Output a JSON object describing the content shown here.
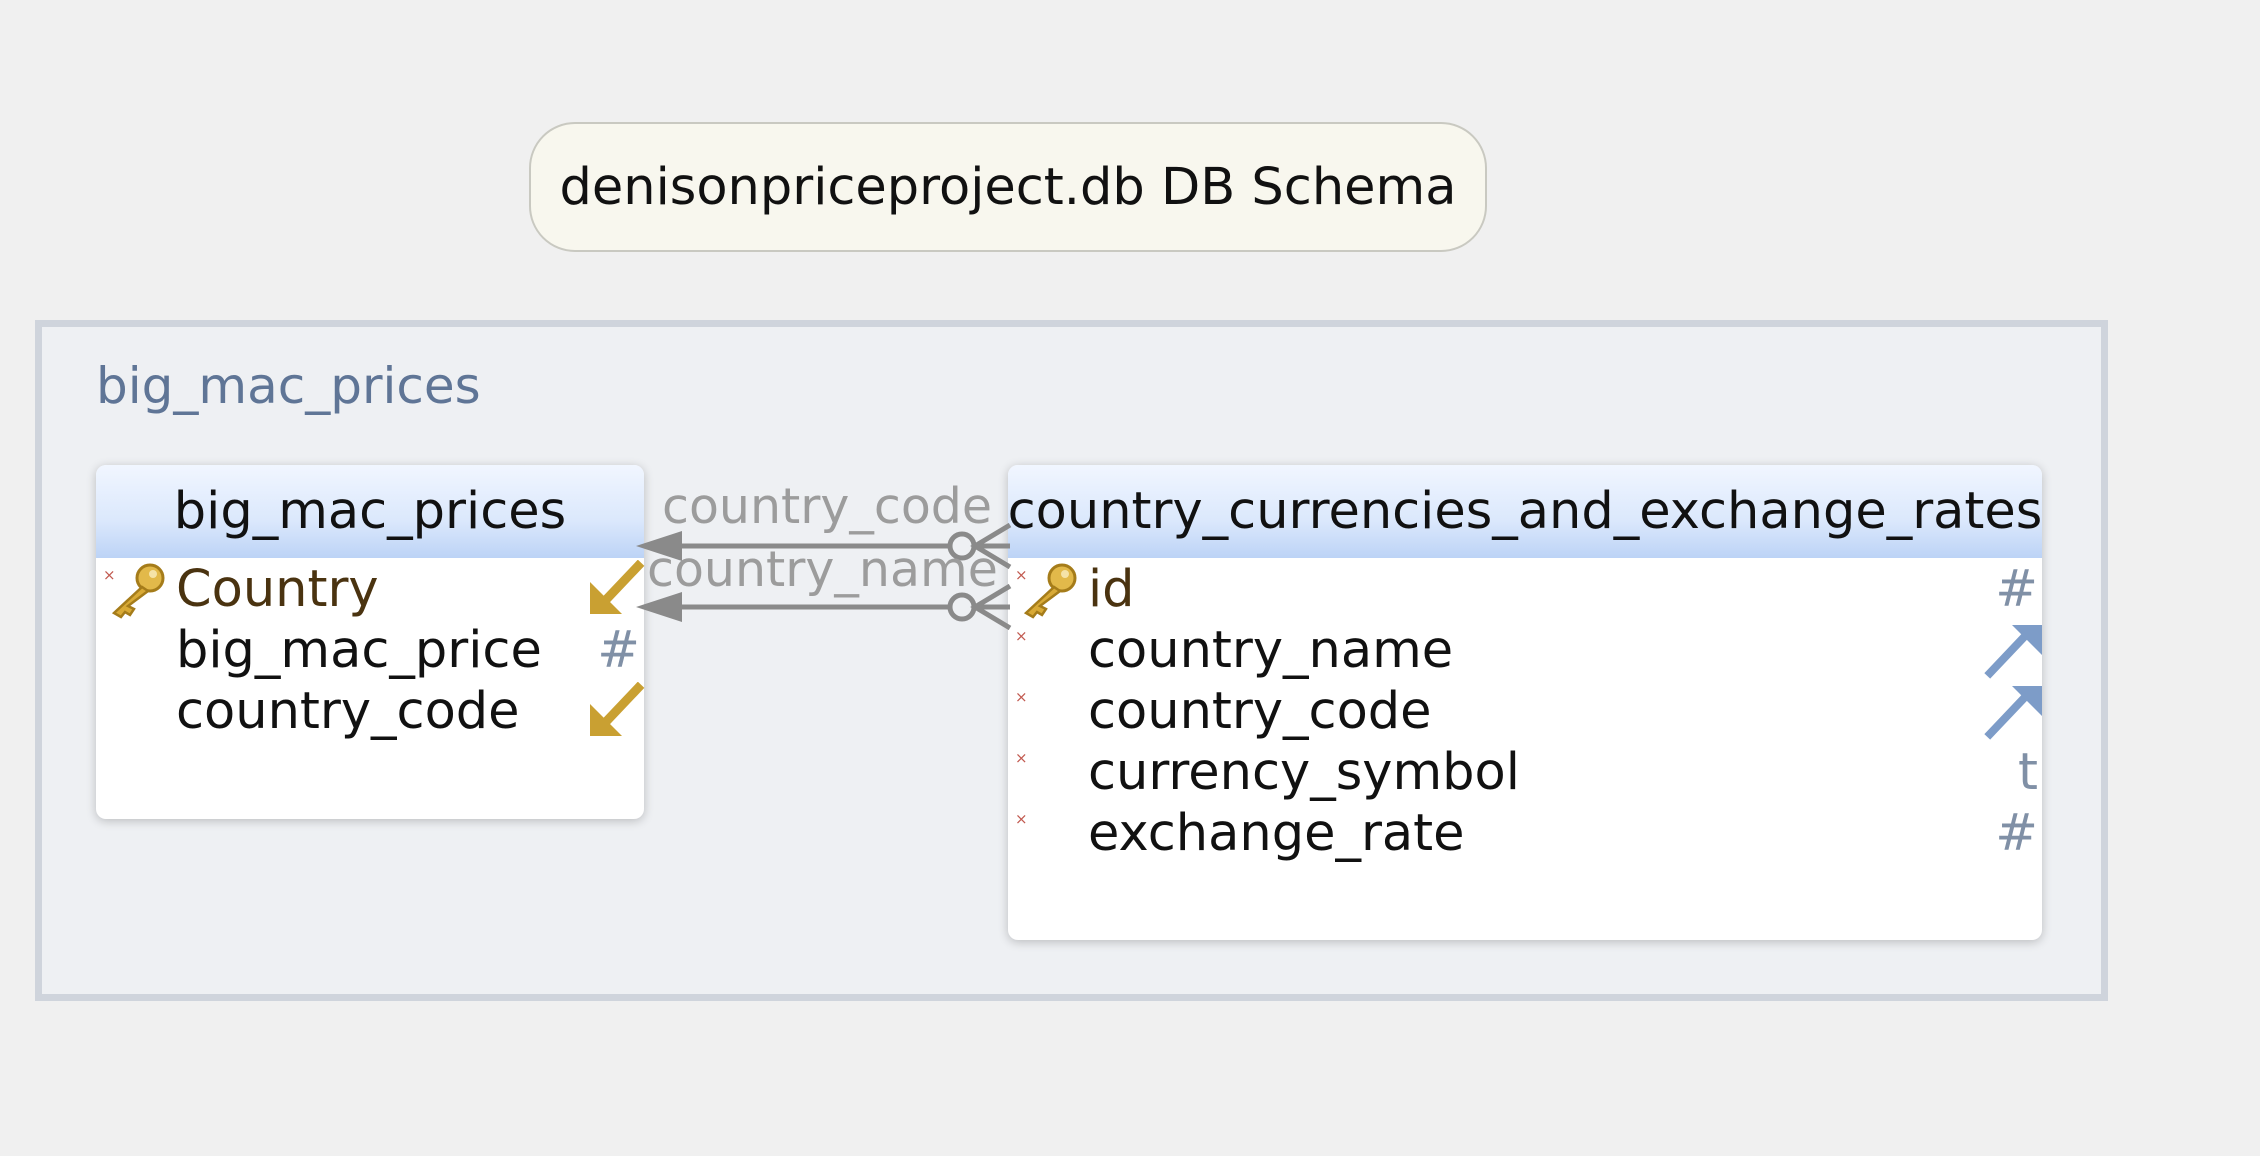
{
  "title": "denisonpriceproject.db DB Schema",
  "group": {
    "label": "big_mac_prices"
  },
  "tables": {
    "big_mac_prices": {
      "name": "big_mac_prices",
      "columns": [
        {
          "name": "Country",
          "type": "",
          "primary_key": true,
          "not_null": true,
          "icon": "foreign-key-out-icon"
        },
        {
          "name": "big_mac_price",
          "type": "#",
          "primary_key": false,
          "not_null": false
        },
        {
          "name": "country_code",
          "type": "",
          "primary_key": false,
          "not_null": false,
          "icon": "foreign-key-out-icon"
        }
      ]
    },
    "country_currencies_and_exchange_rates": {
      "name": "country_currencies_and_exchange_rates",
      "columns": [
        {
          "name": "id",
          "type": "#",
          "primary_key": true,
          "not_null": true
        },
        {
          "name": "country_name",
          "type": "",
          "primary_key": false,
          "not_null": true,
          "icon": "referenced-key-icon"
        },
        {
          "name": "country_code",
          "type": "",
          "primary_key": false,
          "not_null": true,
          "icon": "referenced-key-icon"
        },
        {
          "name": "currency_symbol",
          "type": "t",
          "primary_key": false,
          "not_null": true
        },
        {
          "name": "exchange_rate",
          "type": "#",
          "primary_key": false,
          "not_null": true
        }
      ]
    }
  },
  "relationships": [
    {
      "label": "country_code",
      "from": "country_currencies_and_exchange_rates",
      "to": "big_mac_prices"
    },
    {
      "label": "country_name",
      "from": "country_currencies_and_exchange_rates.country_name",
      "to": "big_mac_prices.Country"
    }
  ]
}
